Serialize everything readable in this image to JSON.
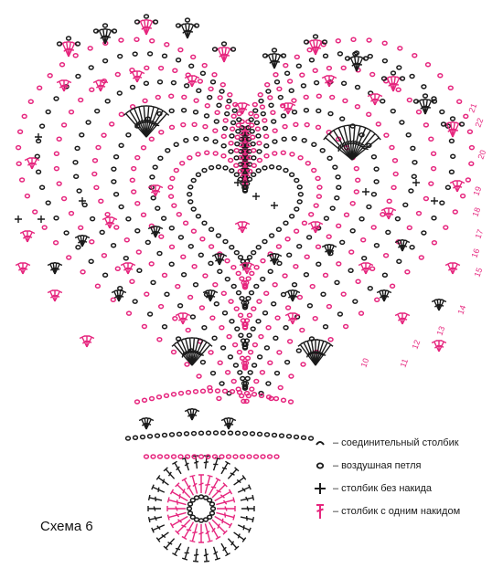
{
  "caption": "Схема 6",
  "colors": {
    "pink": "#e6267e",
    "black": "#1a1a1a"
  },
  "row_numbers": [
    "22",
    "21",
    "20",
    "19",
    "18",
    "17",
    "16",
    "15",
    "14",
    "13",
    "12",
    "11",
    "10"
  ],
  "legend": [
    {
      "icon": "slip-stitch-icon",
      "label": "– соединительный столбик"
    },
    {
      "icon": "chain-stitch-icon",
      "label": "– воздушная петля"
    },
    {
      "icon": "single-crochet-icon",
      "label": "– столбик без накида"
    },
    {
      "icon": "double-crochet-icon",
      "label": "– столбик с одним накидом"
    }
  ]
}
